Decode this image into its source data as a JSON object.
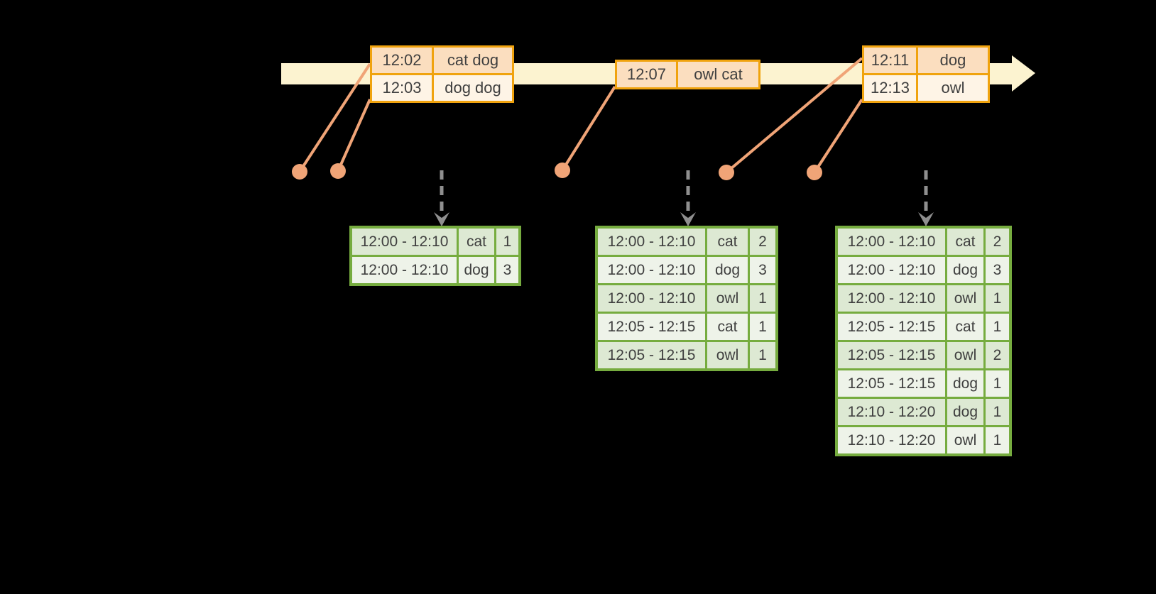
{
  "diagram": {
    "title": "windowed-grouped-aggregation-sliding-windows",
    "colors": {
      "bg": "#000000",
      "band": "#FCF3D0",
      "orange-border": "#F0A30E",
      "evt-row-a": "#FBDEBF",
      "evt-row-b": "#FEF4E6",
      "salmon": "#F0A477",
      "green-border": "#76AC3F",
      "res-row-a": "#DDE9D3",
      "res-row-b": "#EEF3E9",
      "arrow-gray": "#8F8F8F",
      "ink": "#3F3F3F"
    },
    "timeline_events": {
      "batch1": {
        "rows": [
          [
            "12:02",
            "cat dog"
          ],
          [
            "12:03",
            "dog dog"
          ]
        ]
      },
      "batch2": {
        "rows": [
          [
            "12:07",
            "owl cat"
          ]
        ]
      },
      "batch3": {
        "rows": [
          [
            "12:11",
            "dog"
          ],
          [
            "12:13",
            "owl"
          ]
        ]
      }
    },
    "result_tables": {
      "t1": {
        "rows": [
          [
            "12:00 - 12:10",
            "cat",
            "1"
          ],
          [
            "12:00 - 12:10",
            "dog",
            "3"
          ]
        ]
      },
      "t2": {
        "rows": [
          [
            "12:00 - 12:10",
            "cat",
            "2"
          ],
          [
            "12:00 - 12:10",
            "dog",
            "3"
          ],
          [
            "12:00 - 12:10",
            "owl",
            "1"
          ],
          [
            "12:05 - 12:15",
            "cat",
            "1"
          ],
          [
            "12:05 - 12:15",
            "owl",
            "1"
          ]
        ]
      },
      "t3": {
        "rows": [
          [
            "12:00 - 12:10",
            "cat",
            "2"
          ],
          [
            "12:00 - 12:10",
            "dog",
            "3"
          ],
          [
            "12:00 - 12:10",
            "owl",
            "1"
          ],
          [
            "12:05 - 12:15",
            "cat",
            "1"
          ],
          [
            "12:05 - 12:15",
            "owl",
            "2"
          ],
          [
            "12:05 - 12:15",
            "dog",
            "1"
          ],
          [
            "12:10 - 12:20",
            "dog",
            "1"
          ],
          [
            "12:10 - 12:20",
            "owl",
            "1"
          ]
        ]
      }
    }
  }
}
